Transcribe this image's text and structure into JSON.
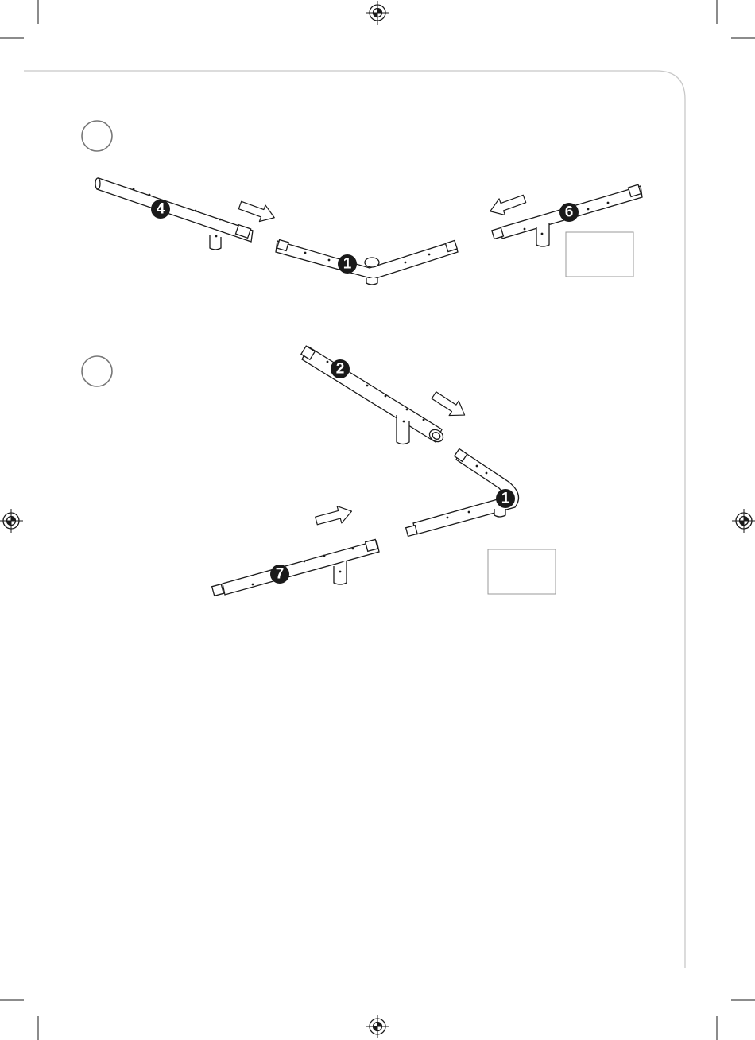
{
  "colors": {
    "ink": "#1a1a1a",
    "frame": "#c8c8c8",
    "paper": "#ffffff",
    "badge": "#1a1a1a",
    "badge_text": "#ffffff"
  },
  "steps": [
    {
      "step_label": "",
      "parts": [
        {
          "id": "part-4",
          "number": "4"
        },
        {
          "id": "part-1",
          "number": "1"
        },
        {
          "id": "part-6",
          "number": "6"
        }
      ],
      "arrows": [
        "arrow-right",
        "arrow-left"
      ],
      "note_box_text": ""
    },
    {
      "step_label": "",
      "parts": [
        {
          "id": "part-2",
          "number": "2"
        },
        {
          "id": "part-1",
          "number": "1"
        },
        {
          "id": "part-7",
          "number": "7"
        }
      ],
      "arrows": [
        "arrow-down-right",
        "arrow-right"
      ],
      "note_box_text": ""
    }
  ],
  "icons": {
    "registration_mark": "crosshair-registration-icon",
    "step_circle": "step-circle-icon",
    "direction_arrow": "direction-arrow-icon"
  }
}
